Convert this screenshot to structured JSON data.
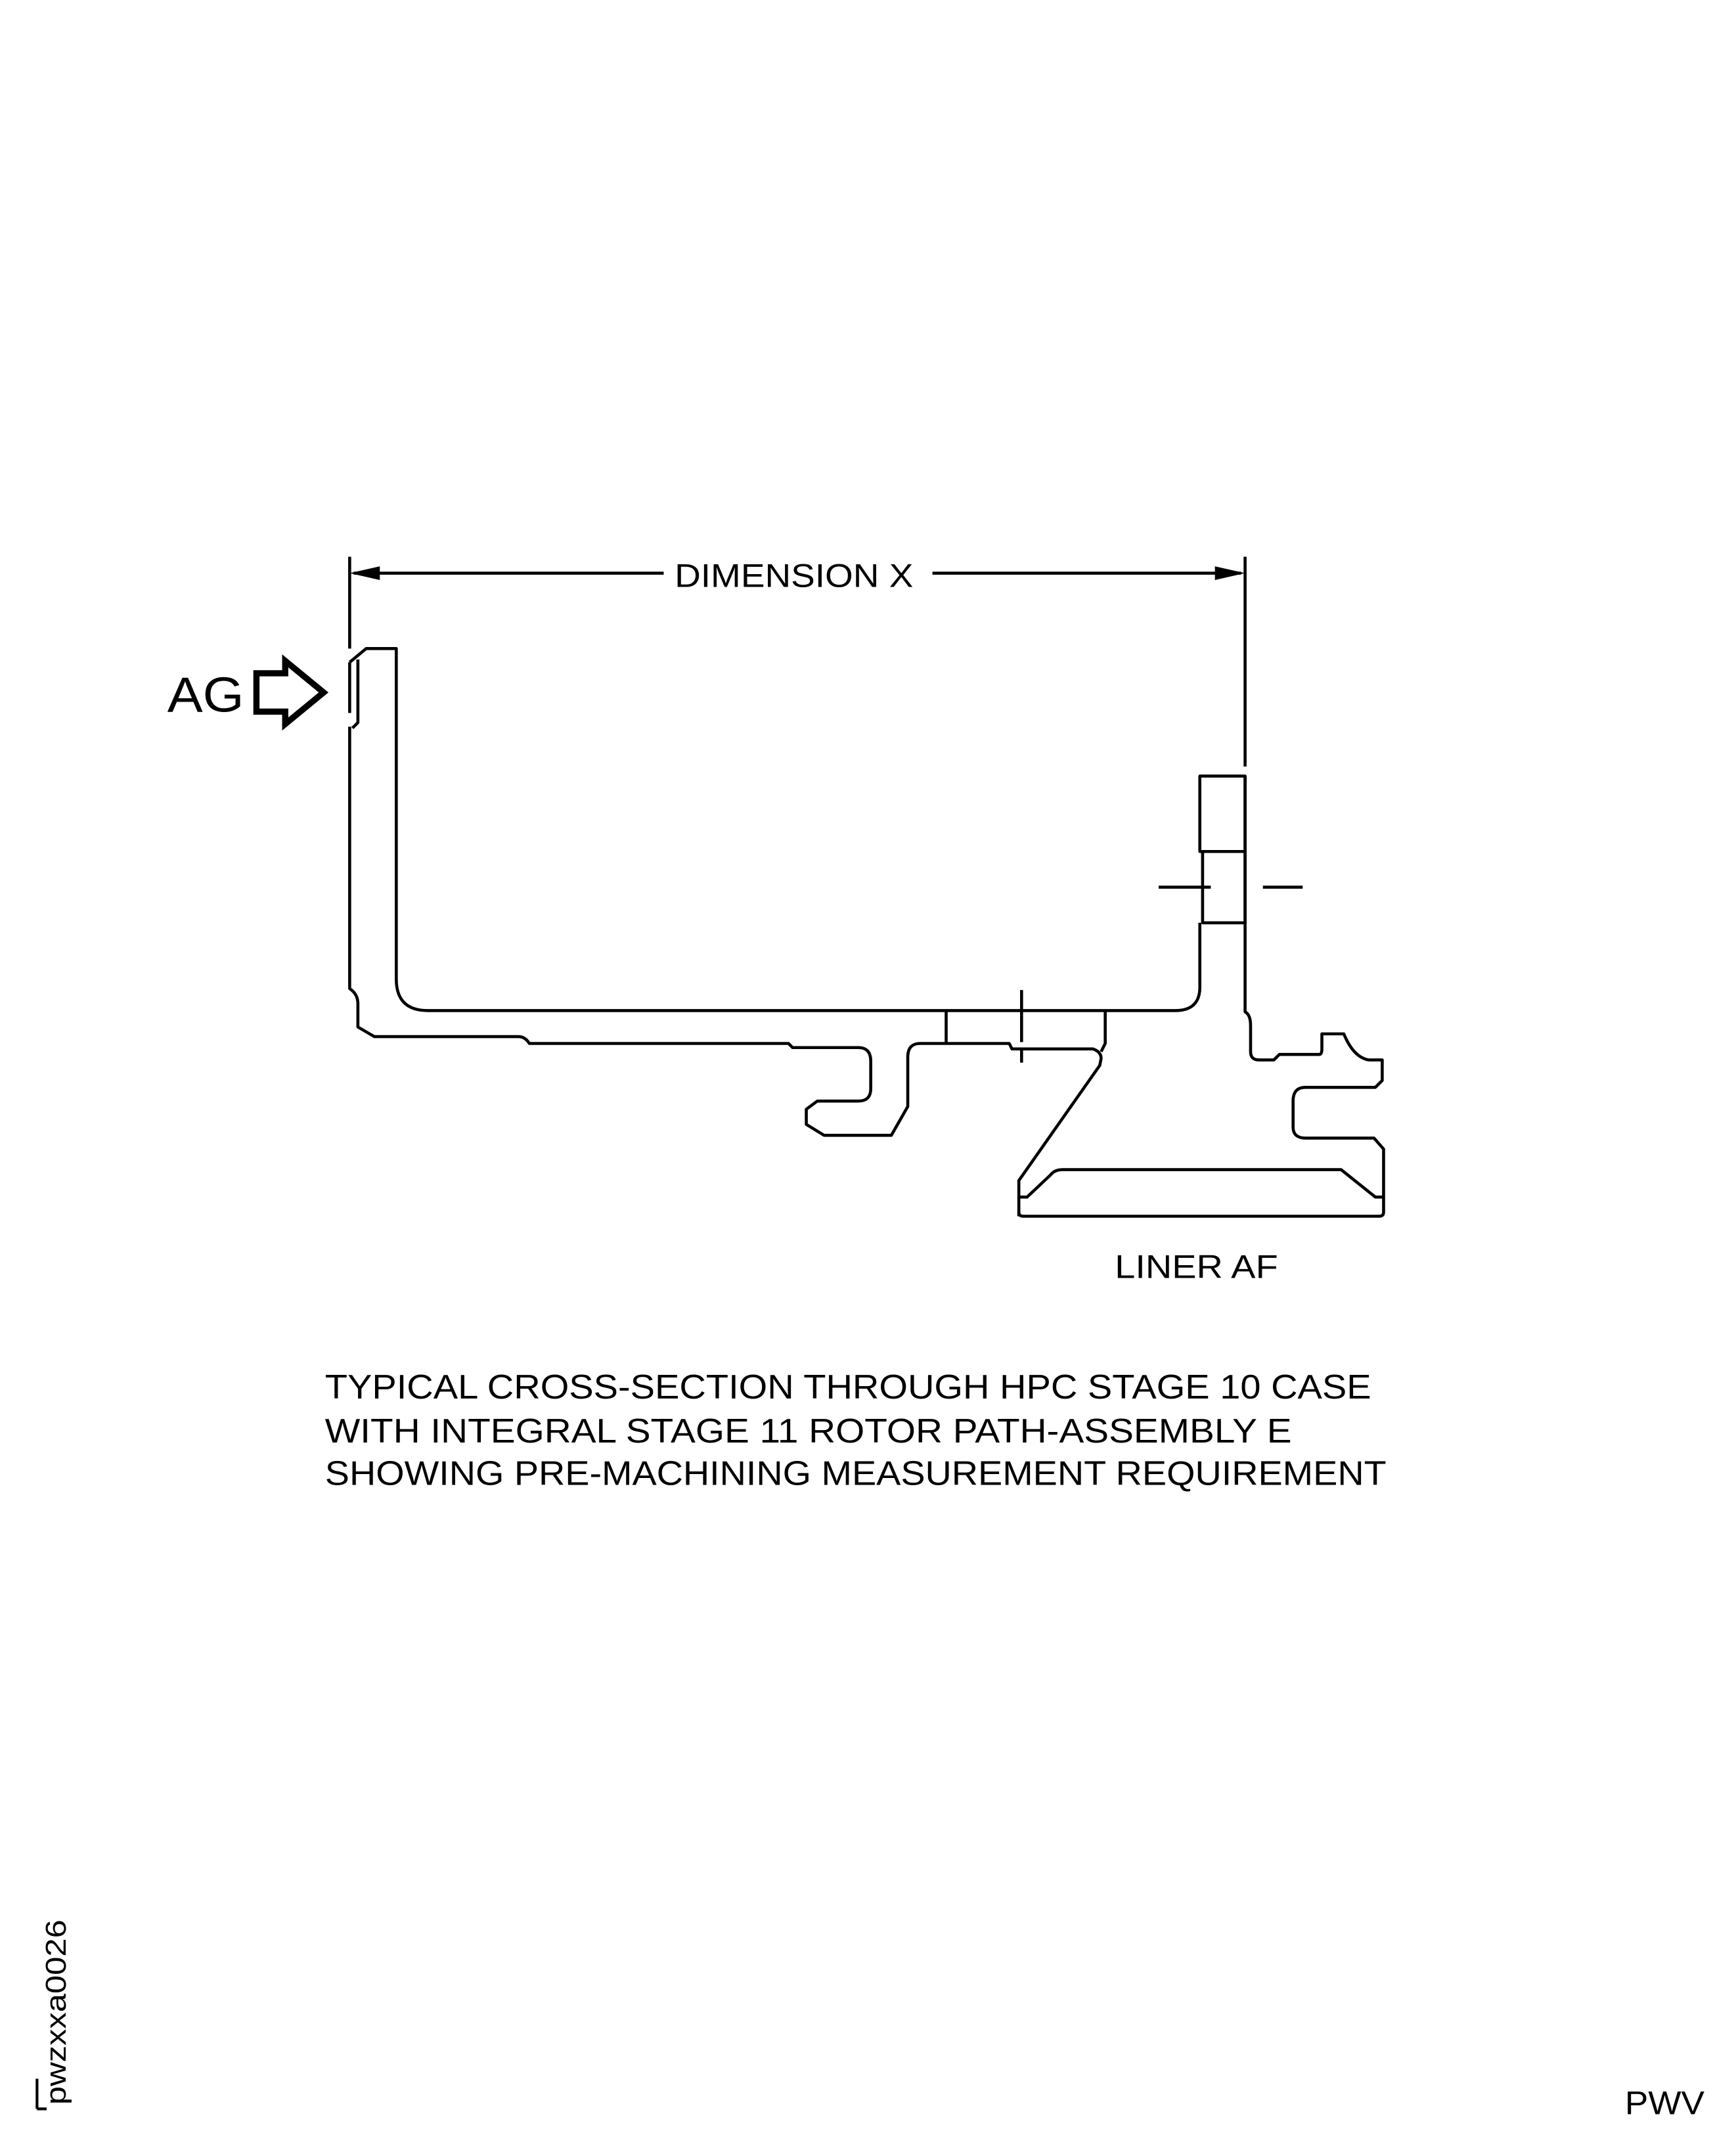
{
  "dimension_label": "DIMENSION X",
  "view_label": "AG",
  "liner_label": "LINER AF",
  "caption": [
    "TYPICAL CROSS-SECTION THROUGH HPC STAGE 10 CASE",
    "WITH INTEGRAL STAGE 11 ROTOR PATH-ASSEMBLY E",
    "SHOWING PRE-MACHINING MEASUREMENT REQUIREMENT"
  ],
  "figure_id": "pwzxxa0026",
  "footer_code": "PWV"
}
